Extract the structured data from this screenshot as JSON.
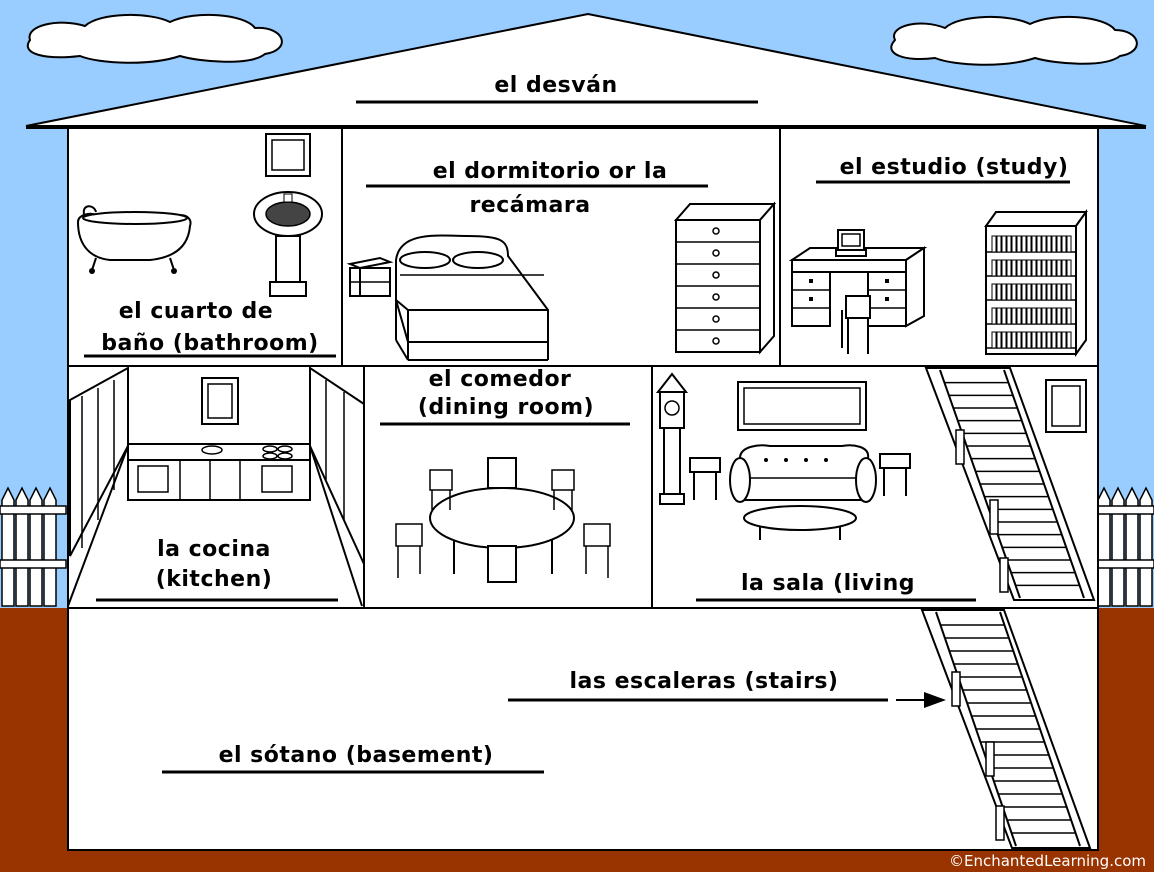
{
  "labels": {
    "attic": "el desván",
    "bedroom_line1": "el dormitorio or la",
    "bedroom_line2": "recámara",
    "study": "el estudio (study)",
    "bathroom_line1": "el cuarto de",
    "bathroom_line2": "baño (bathroom)",
    "dining_line1": "el comedor",
    "dining_line2": "(dining room)",
    "kitchen_line1": "la cocina",
    "kitchen_line2": "(kitchen)",
    "living": "la sala (living",
    "stairs": "las escaleras (stairs)",
    "basement": "el sótano (basement)"
  },
  "credit": "©EnchantedLearning.com",
  "colors": {
    "sky": "#99ccff",
    "ground": "#993300",
    "walls": "#ffffff",
    "ink": "#000000"
  }
}
